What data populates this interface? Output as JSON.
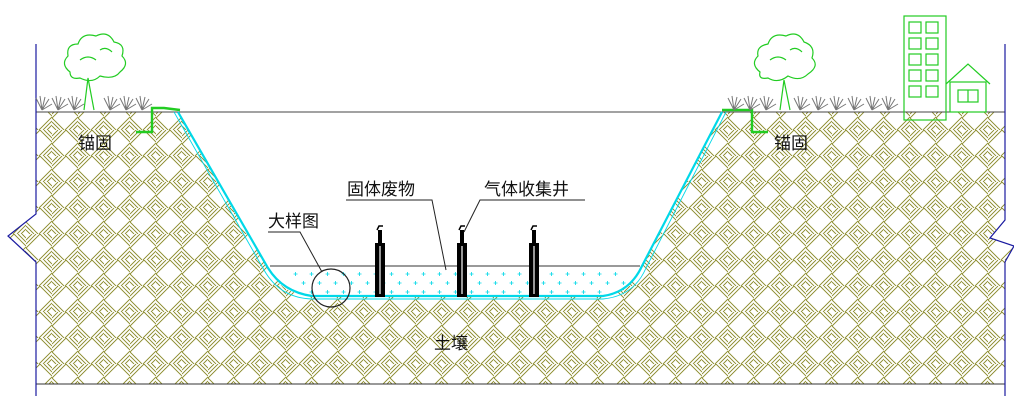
{
  "labels": {
    "anchor_left": "锚固",
    "anchor_right": "锚固",
    "solid_waste": "固体废物",
    "gas_well": "气体收集井",
    "detail": "大样图",
    "soil": "土壤"
  },
  "colors": {
    "soil_hatch": "#8a8a2a",
    "liner": "#00d8e8",
    "vegetation": "#22cc22",
    "boundary": "#1a1aa0",
    "well": "#000000",
    "text": "#111111"
  },
  "icons": [
    "tree-icon",
    "grass-icon",
    "building-icon",
    "house-icon",
    "gas-well-icon"
  ]
}
